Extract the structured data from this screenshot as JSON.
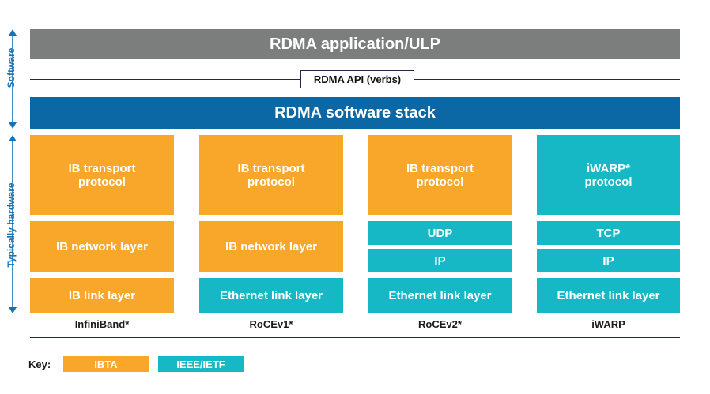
{
  "colors": {
    "ibta": "#f9a72b",
    "ieee_ietf": "#16b8c5",
    "application": "#7c7e7d",
    "software_stack": "#0c68a5",
    "arrows": "#1572b6"
  },
  "side_labels": {
    "software": "Software",
    "hardware": "Typically hardware"
  },
  "top": {
    "application": "RDMA application/ULP",
    "api": "RDMA API (verbs)",
    "software_stack": "RDMA software stack"
  },
  "stacks": [
    {
      "name": "InfiniBand*",
      "transport": "IB transport\nprotocol",
      "network": "IB network layer",
      "link": "IB link layer"
    },
    {
      "name": "RoCEv1*",
      "transport": "IB transport\nprotocol",
      "network": "IB network layer",
      "link": "Ethernet link layer"
    },
    {
      "name": "RoCEv2*",
      "transport": "IB transport\nprotocol",
      "network_upper": "UDP",
      "network_lower": "IP",
      "link": "Ethernet link layer"
    },
    {
      "name": "iWARP",
      "transport": "iWARP*\nprotocol",
      "network_upper": "TCP",
      "network_lower": "IP",
      "link": "Ethernet link layer"
    }
  ],
  "key": {
    "label": "Key:",
    "ibta": "IBTA",
    "ieee_ietf": "IEEE/IETF"
  }
}
